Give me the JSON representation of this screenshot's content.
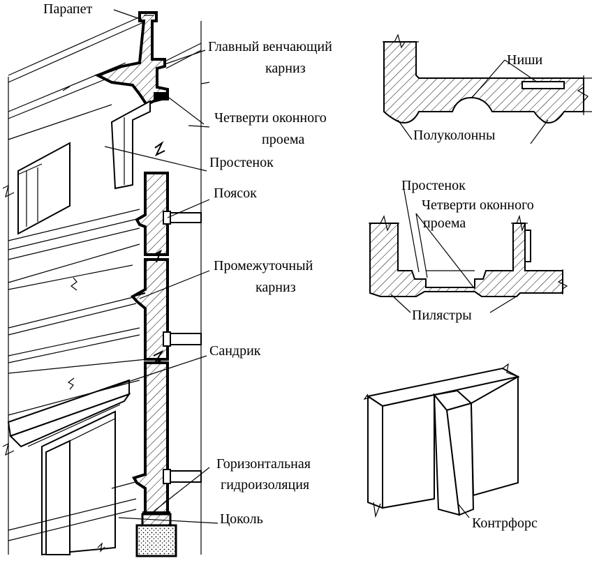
{
  "labels": {
    "parapet": "Парапет",
    "main_cornice_1": "Главный венчающий",
    "main_cornice_2": "карниз",
    "window_quarters_1": "Четверти оконного",
    "window_quarters_2": "проема",
    "pier": "Простенок",
    "belt": "Поясок",
    "intermediate_cornice_1": "Промежуточный",
    "intermediate_cornice_2": "карниз",
    "sandrik": "Сандрик",
    "waterproofing_1": "Горизонтальная",
    "waterproofing_2": "гидроизоляция",
    "plinth": "Цоколь",
    "niches": "Ниши",
    "half_columns": "Полуколонны",
    "pier_2": "Простенок",
    "window_quarters2_1": "Четверти оконного",
    "window_quarters2_2": "проема",
    "pilasters": "Пилястры",
    "buttress": "Контрфорс"
  }
}
